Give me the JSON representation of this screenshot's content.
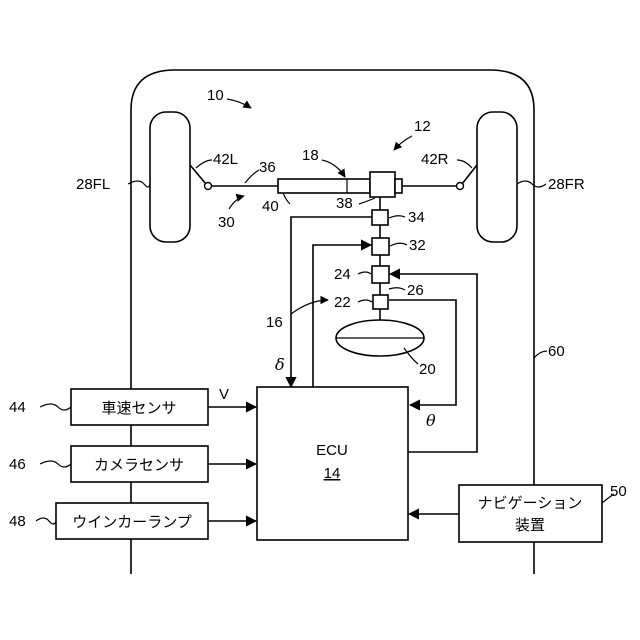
{
  "labels": {
    "vehicle": "10",
    "steering_device": "12",
    "ecu_ref": "14",
    "steering_path": "16",
    "actuator": "18",
    "steering_wheel": "20",
    "angle_sensor": "22",
    "motor_unit": "24",
    "torque_sensor": "26",
    "wheel_fl": "28FL",
    "wheel_fr": "28FR",
    "rack": "30",
    "sensor_32": "32",
    "sensor_34": "34",
    "tie_rod": "36",
    "pinion": "38",
    "housing": "40",
    "knuckle_l": "42L",
    "knuckle_r": "42R",
    "speed_sensor_ref": "44",
    "camera_sensor_ref": "46",
    "blinker_ref": "48",
    "navigation_ref": "50",
    "body_outline": "60"
  },
  "blocks": {
    "speed_sensor": "車速センサ",
    "camera_sensor": "カメラセンサ",
    "blinker": "ウインカーランプ",
    "navigation_line1": "ナビゲーション",
    "navigation_line2": "装置",
    "ecu": "ECU",
    "ecu_num": "14"
  },
  "signals": {
    "speed": "V",
    "steer_angle": "δ",
    "theta": "θ"
  }
}
